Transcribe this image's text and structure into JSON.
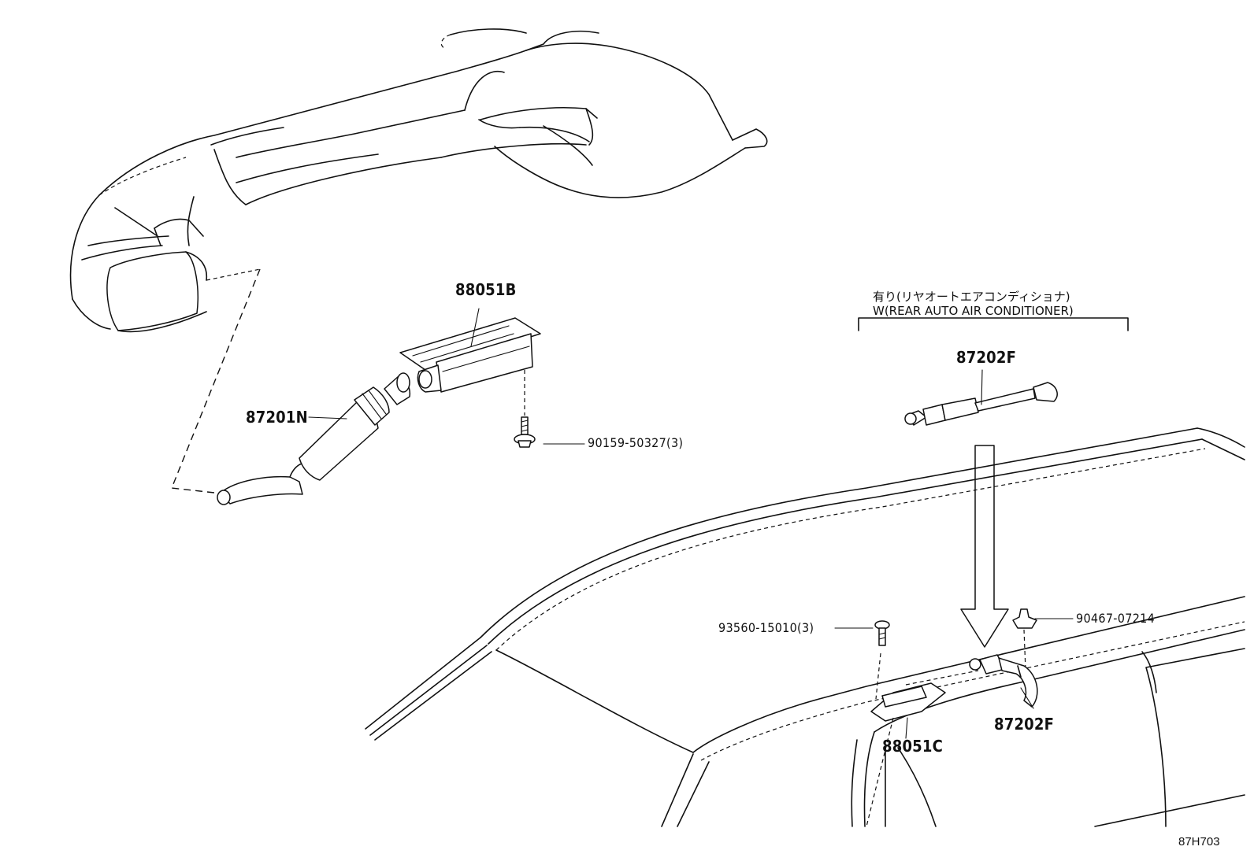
{
  "diagram": {
    "parts": [
      {
        "id": "88051B",
        "label": "88051B"
      },
      {
        "id": "87201N",
        "label": "87201N"
      },
      {
        "id": "90159-50327",
        "label": "90159-50327(3)"
      },
      {
        "id": "87202F-top",
        "label": "87202F"
      },
      {
        "id": "93560-15010",
        "label": "93560-15010(3)"
      },
      {
        "id": "90467-07214",
        "label": "90467-07214"
      },
      {
        "id": "87202F-bottom",
        "label": "87202F"
      },
      {
        "id": "88051C",
        "label": "88051C"
      }
    ],
    "condition_note": {
      "jp": "有り(リヤオートエアコンディショナ)",
      "en": "W(REAR AUTO AIR CONDITIONER)"
    },
    "reference_code": "87H703"
  }
}
